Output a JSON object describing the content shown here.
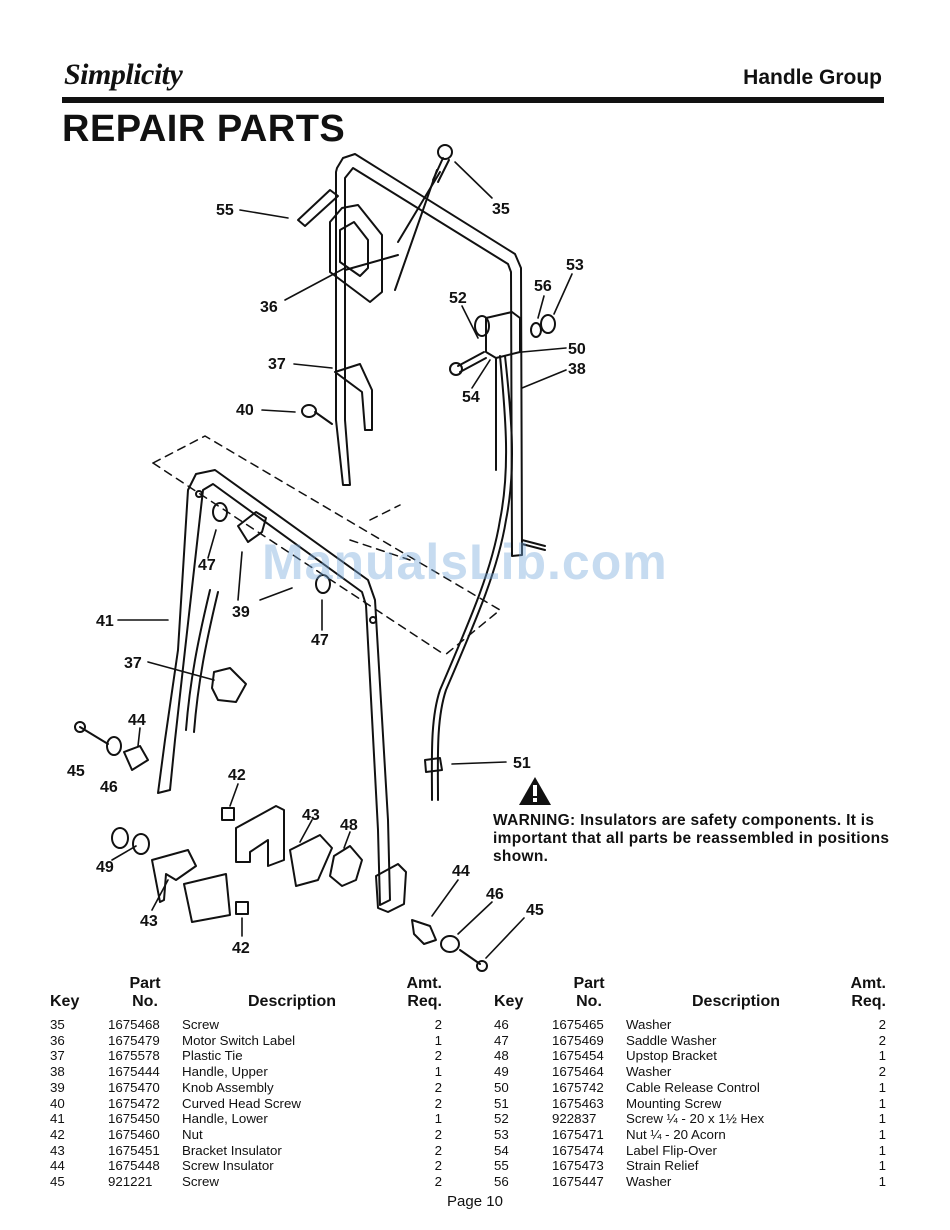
{
  "header": {
    "brand": "Simplicity",
    "section": "Handle Group",
    "title": "REPAIR PARTS"
  },
  "diagram": {
    "callouts": [
      "35",
      "55",
      "36",
      "37",
      "40",
      "52",
      "56",
      "53",
      "50",
      "38",
      "54",
      "41",
      "47",
      "39",
      "47",
      "37",
      "44",
      "45",
      "46",
      "42",
      "43",
      "48",
      "49",
      "43",
      "42",
      "51",
      "44",
      "46",
      "45"
    ]
  },
  "watermark": "ManualsLib.com",
  "warning": {
    "text": "WARNING: Insulators are safety components. It is important that all parts be reassembled in positions shown."
  },
  "table_headers": {
    "key": "Key",
    "part_line1": "Part",
    "part_line2": "No.",
    "description": "Description",
    "amt_line1": "Amt.",
    "amt_line2": "Req."
  },
  "parts_left": [
    {
      "key": "35",
      "part": "1675468",
      "description": "Screw",
      "amt": "2"
    },
    {
      "key": "36",
      "part": "1675479",
      "description": "Motor Switch Label",
      "amt": "1"
    },
    {
      "key": "37",
      "part": "1675578",
      "description": "Plastic Tie",
      "amt": "2"
    },
    {
      "key": "38",
      "part": "1675444",
      "description": "Handle, Upper",
      "amt": "1"
    },
    {
      "key": "39",
      "part": "1675470",
      "description": "Knob Assembly",
      "amt": "2"
    },
    {
      "key": "40",
      "part": "1675472",
      "description": "Curved Head Screw",
      "amt": "2"
    },
    {
      "key": "41",
      "part": "1675450",
      "description": "Handle, Lower",
      "amt": "1"
    },
    {
      "key": "42",
      "part": "1675460",
      "description": "Nut",
      "amt": "2"
    },
    {
      "key": "43",
      "part": "1675451",
      "description": "Bracket Insulator",
      "amt": "2"
    },
    {
      "key": "44",
      "part": "1675448",
      "description": "Screw Insulator",
      "amt": "2"
    },
    {
      "key": "45",
      "part": "921221",
      "description": "Screw",
      "amt": "2"
    }
  ],
  "parts_right": [
    {
      "key": "46",
      "part": "1675465",
      "description": "Washer",
      "amt": "2"
    },
    {
      "key": "47",
      "part": "1675469",
      "description": "Saddle Washer",
      "amt": "2"
    },
    {
      "key": "48",
      "part": "1675454",
      "description": "Upstop Bracket",
      "amt": "1"
    },
    {
      "key": "49",
      "part": "1675464",
      "description": "Washer",
      "amt": "2"
    },
    {
      "key": "50",
      "part": "1675742",
      "description": "Cable Release Control",
      "amt": "1"
    },
    {
      "key": "51",
      "part": "1675463",
      "description": "Mounting Screw",
      "amt": "1"
    },
    {
      "key": "52",
      "part": "922837",
      "description": "Screw ¼ - 20 x 1½ Hex",
      "amt": "1"
    },
    {
      "key": "53",
      "part": "1675471",
      "description": "Nut ¼ - 20 Acorn",
      "amt": "1"
    },
    {
      "key": "54",
      "part": "1675474",
      "description": "Label Flip-Over",
      "amt": "1"
    },
    {
      "key": "55",
      "part": "1675473",
      "description": "Strain Relief",
      "amt": "1"
    },
    {
      "key": "56",
      "part": "1675447",
      "description": "Washer",
      "amt": "1"
    }
  ],
  "footer": {
    "page": "Page 10"
  }
}
